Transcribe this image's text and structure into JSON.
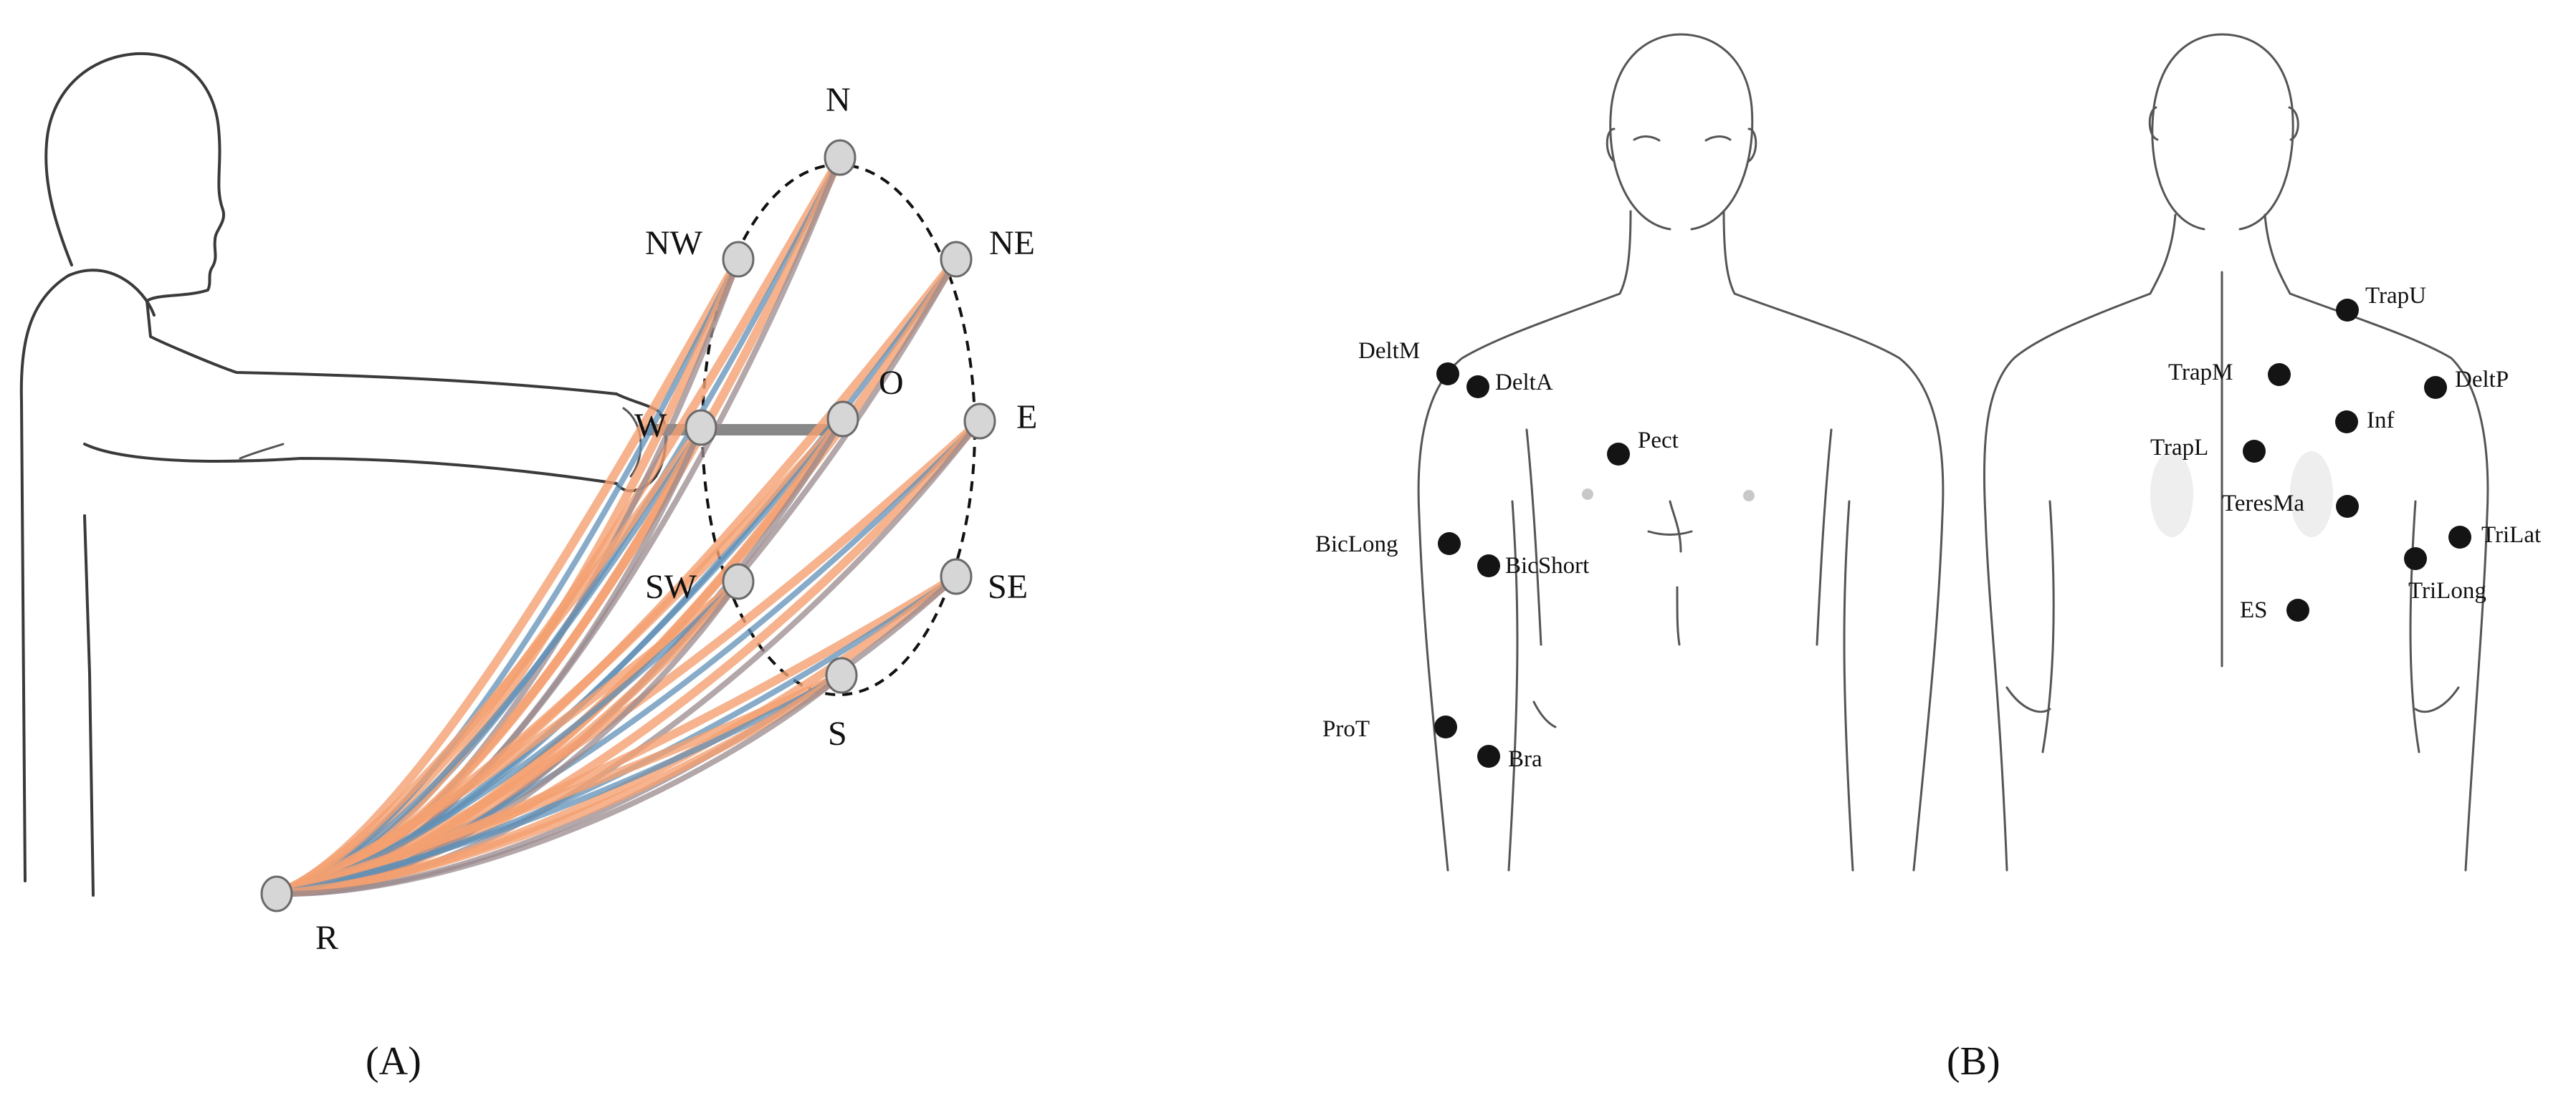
{
  "panel_a": {
    "label": "(A)",
    "targets": [
      {
        "key": "N",
        "label": "N"
      },
      {
        "key": "NW",
        "label": "NW"
      },
      {
        "key": "NE",
        "label": "NE"
      },
      {
        "key": "W",
        "label": "W"
      },
      {
        "key": "O",
        "label": "O"
      },
      {
        "key": "E",
        "label": "E"
      },
      {
        "key": "SW",
        "label": "SW"
      },
      {
        "key": "SE",
        "label": "SE"
      },
      {
        "key": "S",
        "label": "S"
      },
      {
        "key": "R",
        "label": "R"
      }
    ],
    "colors": {
      "trajectory_orange": "#f4a070",
      "trajectory_blue": "#5f8fb5",
      "trajectory_mixed": "#9a8a8e"
    }
  },
  "panel_b": {
    "label": "(B)",
    "front_electrodes": [
      {
        "key": "DeltM",
        "label": "DeltM"
      },
      {
        "key": "DeltA",
        "label": "DeltA"
      },
      {
        "key": "Pect",
        "label": "Pect"
      },
      {
        "key": "BicLong",
        "label": "BicLong"
      },
      {
        "key": "BicShort",
        "label": "BicShort"
      },
      {
        "key": "ProT",
        "label": "ProT"
      },
      {
        "key": "Bra",
        "label": "Bra"
      }
    ],
    "back_electrodes": [
      {
        "key": "TrapU",
        "label": "TrapU"
      },
      {
        "key": "TrapM",
        "label": "TrapM"
      },
      {
        "key": "DeltP",
        "label": "DeltP"
      },
      {
        "key": "Inf",
        "label": "Inf"
      },
      {
        "key": "TrapL",
        "label": "TrapL"
      },
      {
        "key": "TeresMa",
        "label": "TeresMa"
      },
      {
        "key": "TriLat",
        "label": "TriLat"
      },
      {
        "key": "TriLong",
        "label": "TriLong"
      },
      {
        "key": "ES",
        "label": "ES"
      }
    ]
  }
}
